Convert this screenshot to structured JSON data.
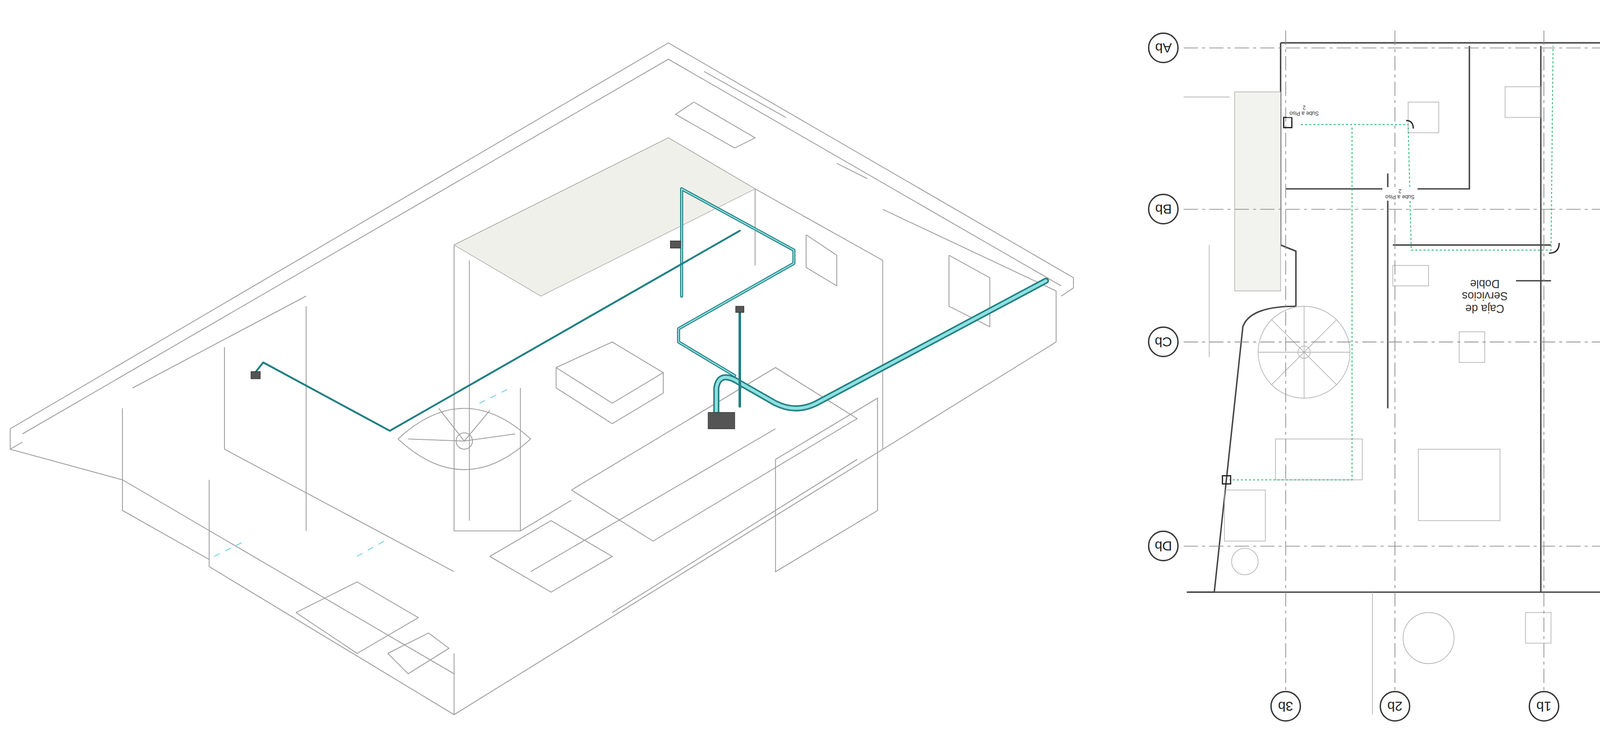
{
  "diagram": {
    "nodes": [
      {
        "text": [
          "Ab"
        ]
      },
      {
        "text": [
          "Bb"
        ]
      },
      {
        "text": [
          "Cb"
        ]
      },
      {
        "text": [
          "Db"
        ]
      },
      {
        "text": [
          "3b"
        ]
      },
      {
        "text": [
          "2b"
        ]
      },
      {
        "text": [
          "1b"
        ]
      }
    ],
    "edges": [],
    "labels": [
      "Caja de Servicios Doble",
      "Sube a Piso 2",
      "Sube a Piso 2"
    ]
  }
}
